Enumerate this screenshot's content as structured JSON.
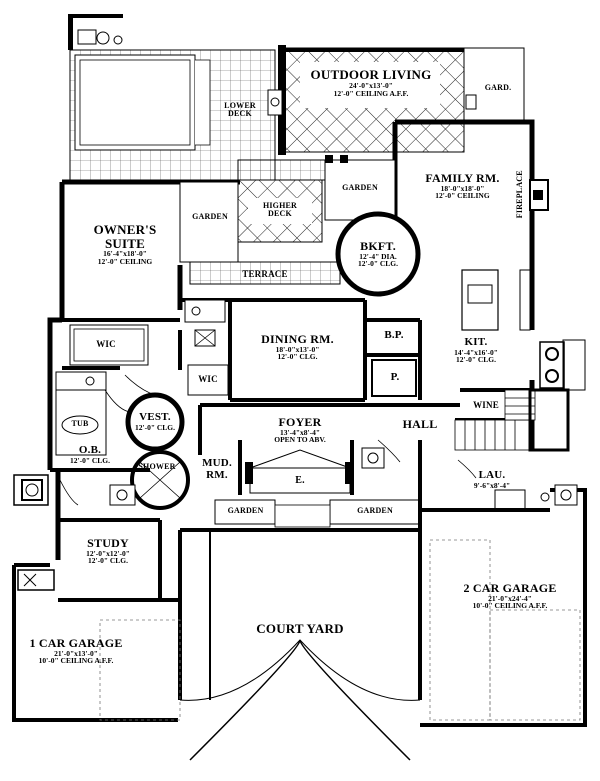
{
  "rooms": {
    "outdoor_living": {
      "name": "OUTDOOR LIVING",
      "dim": "24'-0\"x13'-0\"",
      "ceil": "12'-0\" CEILING A.F.F."
    },
    "lower_deck": {
      "line1": "LOWER",
      "line2": "DECK"
    },
    "gard_top": {
      "name": "GARD."
    },
    "family": {
      "name": "FAMILY RM.",
      "dim": "18'-0\"x18'-0\"",
      "ceil": "12'-0\" CEILING"
    },
    "fireplace": {
      "name": "FIREPLACE"
    },
    "owners": {
      "line1": "OWNER'S",
      "line2": "SUITE",
      "dim": "16'-4\"x18'-0\"",
      "ceil": "12'-0\" CEILING"
    },
    "garden_left": {
      "name": "GARDEN"
    },
    "higher_deck": {
      "line1": "HIGHER",
      "line2": "DECK"
    },
    "garden_mid": {
      "name": "GARDEN"
    },
    "bkft": {
      "name": "BKFT.",
      "dim": "12'-4\" DIA.",
      "ceil": "12'-0\" CLG."
    },
    "terrace": {
      "name": "TERRACE"
    },
    "dining": {
      "name": "DINING RM.",
      "dim": "18'-0\"x13'-0\"",
      "ceil": "12'-0\" CLG."
    },
    "bp": {
      "name": "B.P."
    },
    "p": {
      "name": "P."
    },
    "kit": {
      "name": "KIT.",
      "dim": "14'-4\"x16'-0\"",
      "ceil": "12'-0\" CLG."
    },
    "wic1": {
      "name": "WIC"
    },
    "wic2": {
      "name": "WIC"
    },
    "vest": {
      "name": "VEST.",
      "ceil": "12'-0\" CLG."
    },
    "tub": {
      "name": "TUB"
    },
    "ob": {
      "name": "O.B.",
      "ceil": "12'-0\" CLG."
    },
    "shower": {
      "name": "SHOWER"
    },
    "foyer": {
      "name": "FOYER",
      "dim": "13'-4\"x8'-4\"",
      "ceil": "OPEN TO ABV."
    },
    "hall": {
      "name": "HALL"
    },
    "wine": {
      "name": "WINE"
    },
    "mud": {
      "line1": "MUD.",
      "line2": "RM."
    },
    "e": {
      "name": "E."
    },
    "lau": {
      "name": "LAU.",
      "dim": "9'-6\"x8'-4\""
    },
    "garden_fl": {
      "name": "GARDEN"
    },
    "garden_fr": {
      "name": "GARDEN"
    },
    "study": {
      "name": "STUDY",
      "dim": "12'-0\"x12'-0\"",
      "ceil": "12'-0\" CLG."
    },
    "garage2": {
      "name": "2 CAR GARAGE",
      "dim": "21'-0\"x24'-4\"",
      "ceil": "10'-0\" CEILING A.F.F."
    },
    "court": {
      "name": "COURT YARD"
    },
    "garage1": {
      "name": "1 CAR GARAGE",
      "dim": "21'-0\"x13'-0\"",
      "ceil": "10'-0\" CEILING A.F.F."
    }
  }
}
